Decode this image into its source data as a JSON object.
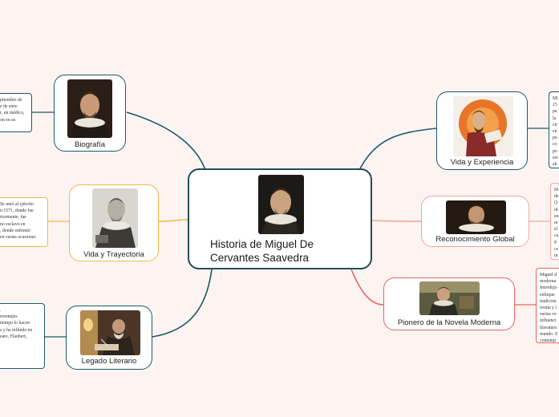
{
  "central": {
    "title": "Historia de Miguel De Cervantes Saavedra"
  },
  "branches": [
    {
      "id": "biografia",
      "label": "Biografía",
      "note_lines": [
        "ptiembre de",
        "e de siete",
        "r, un médico,",
        "on en su"
      ]
    },
    {
      "id": "vida-trayectoria",
      "label": "Vida y Trayectoria",
      "note_lines": [
        "Se unió al ejército",
        "n 1571, donde fue",
        "riormente, fue",
        "no esclavo en",
        ", donde enfrentó",
        "en varias ocasiones"
      ]
    },
    {
      "id": "legado",
      "label": "Legado Literario",
      "note_lines": [
        ".",
        "ersonajes",
        "tiempo lo hacen",
        "",
        "s y ha influido en",
        "eare, Flaubert,"
      ]
    },
    {
      "id": "vida-experiencia",
      "label": "Vida y Experiencia",
      "note_lines": [
        "Mi",
        "15",
        "pa",
        "la",
        "cir",
        "en",
        "pu",
        "co",
        "po",
        "est",
        "ab"
      ]
    },
    {
      "id": "reconocimiento",
      "label": "Reconocimiento Global",
      "note_lines": [
        "M",
        "de",
        "Q",
        "id",
        "en",
        "m",
        "el",
        "ca",
        "P",
        "ce",
        "ur"
      ]
    },
    {
      "id": "pionero",
      "label": "Pionero de la Novela Moderna",
      "note_lines": [
        "Miguel d",
        "moderna",
        "Introdujo",
        "enfoque",
        "tradicion",
        "ironía y l",
        "varias ve",
        "influenci",
        "literatura",
        "mundo. E",
        "contemp"
      ]
    }
  ],
  "colors": {
    "background": "#fdf4f1",
    "teal": "#1a5a6a",
    "orange": "#f2b84b",
    "salmon": "#f2a49a",
    "red": "#e8645a",
    "center_border": "#1f4e5c"
  }
}
